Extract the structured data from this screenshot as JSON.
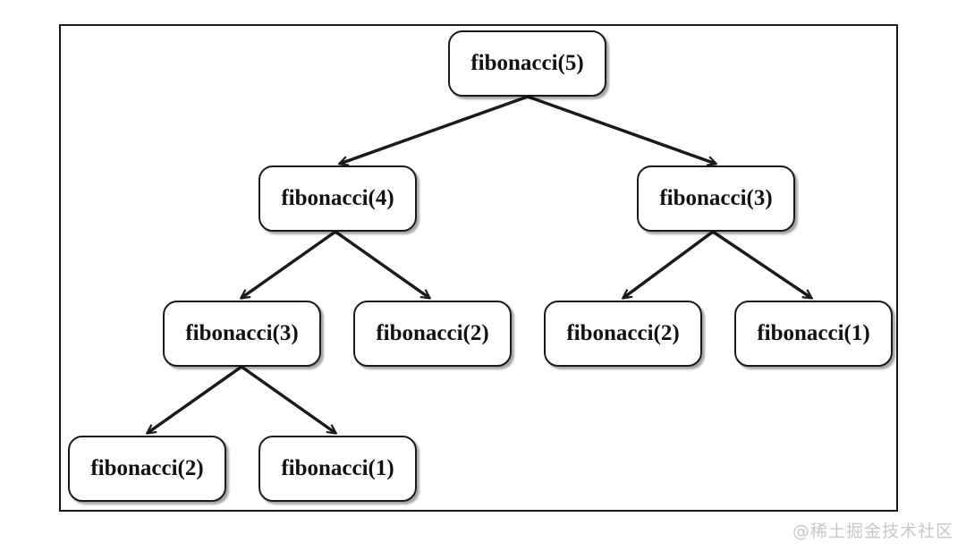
{
  "diagram": {
    "nodes": [
      {
        "id": "n5",
        "label": "fibonacci(5)"
      },
      {
        "id": "n4",
        "label": "fibonacci(4)"
      },
      {
        "id": "n3a",
        "label": "fibonacci(3)"
      },
      {
        "id": "n3b",
        "label": "fibonacci(3)"
      },
      {
        "id": "n2a",
        "label": "fibonacci(2)"
      },
      {
        "id": "n2b",
        "label": "fibonacci(2)"
      },
      {
        "id": "n1a",
        "label": "fibonacci(1)"
      },
      {
        "id": "n2c",
        "label": "fibonacci(2)"
      },
      {
        "id": "n1b",
        "label": "fibonacci(1)"
      }
    ],
    "edges": [
      {
        "from": "n5",
        "to": "n4"
      },
      {
        "from": "n5",
        "to": "n3a"
      },
      {
        "from": "n4",
        "to": "n3b"
      },
      {
        "from": "n4",
        "to": "n2a"
      },
      {
        "from": "n3a",
        "to": "n2b"
      },
      {
        "from": "n3a",
        "to": "n1a"
      },
      {
        "from": "n3b",
        "to": "n2c"
      },
      {
        "from": "n3b",
        "to": "n1b"
      }
    ]
  },
  "watermark": "@稀土掘金技术社区",
  "colors": {
    "stroke": "#1a1a1a",
    "node_fill": "#ffffff",
    "watermark": "#c8c8c8"
  }
}
